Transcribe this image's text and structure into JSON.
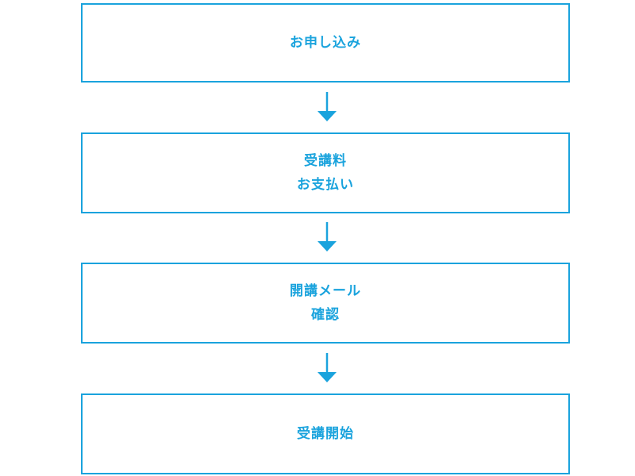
{
  "colors": {
    "accent": "#1aa3dd"
  },
  "steps": [
    {
      "lines": [
        "お申し込み"
      ]
    },
    {
      "lines": [
        "受講料",
        "お支払い"
      ]
    },
    {
      "lines": [
        "開講メール",
        "確認"
      ]
    },
    {
      "lines": [
        "受講開始"
      ]
    }
  ]
}
